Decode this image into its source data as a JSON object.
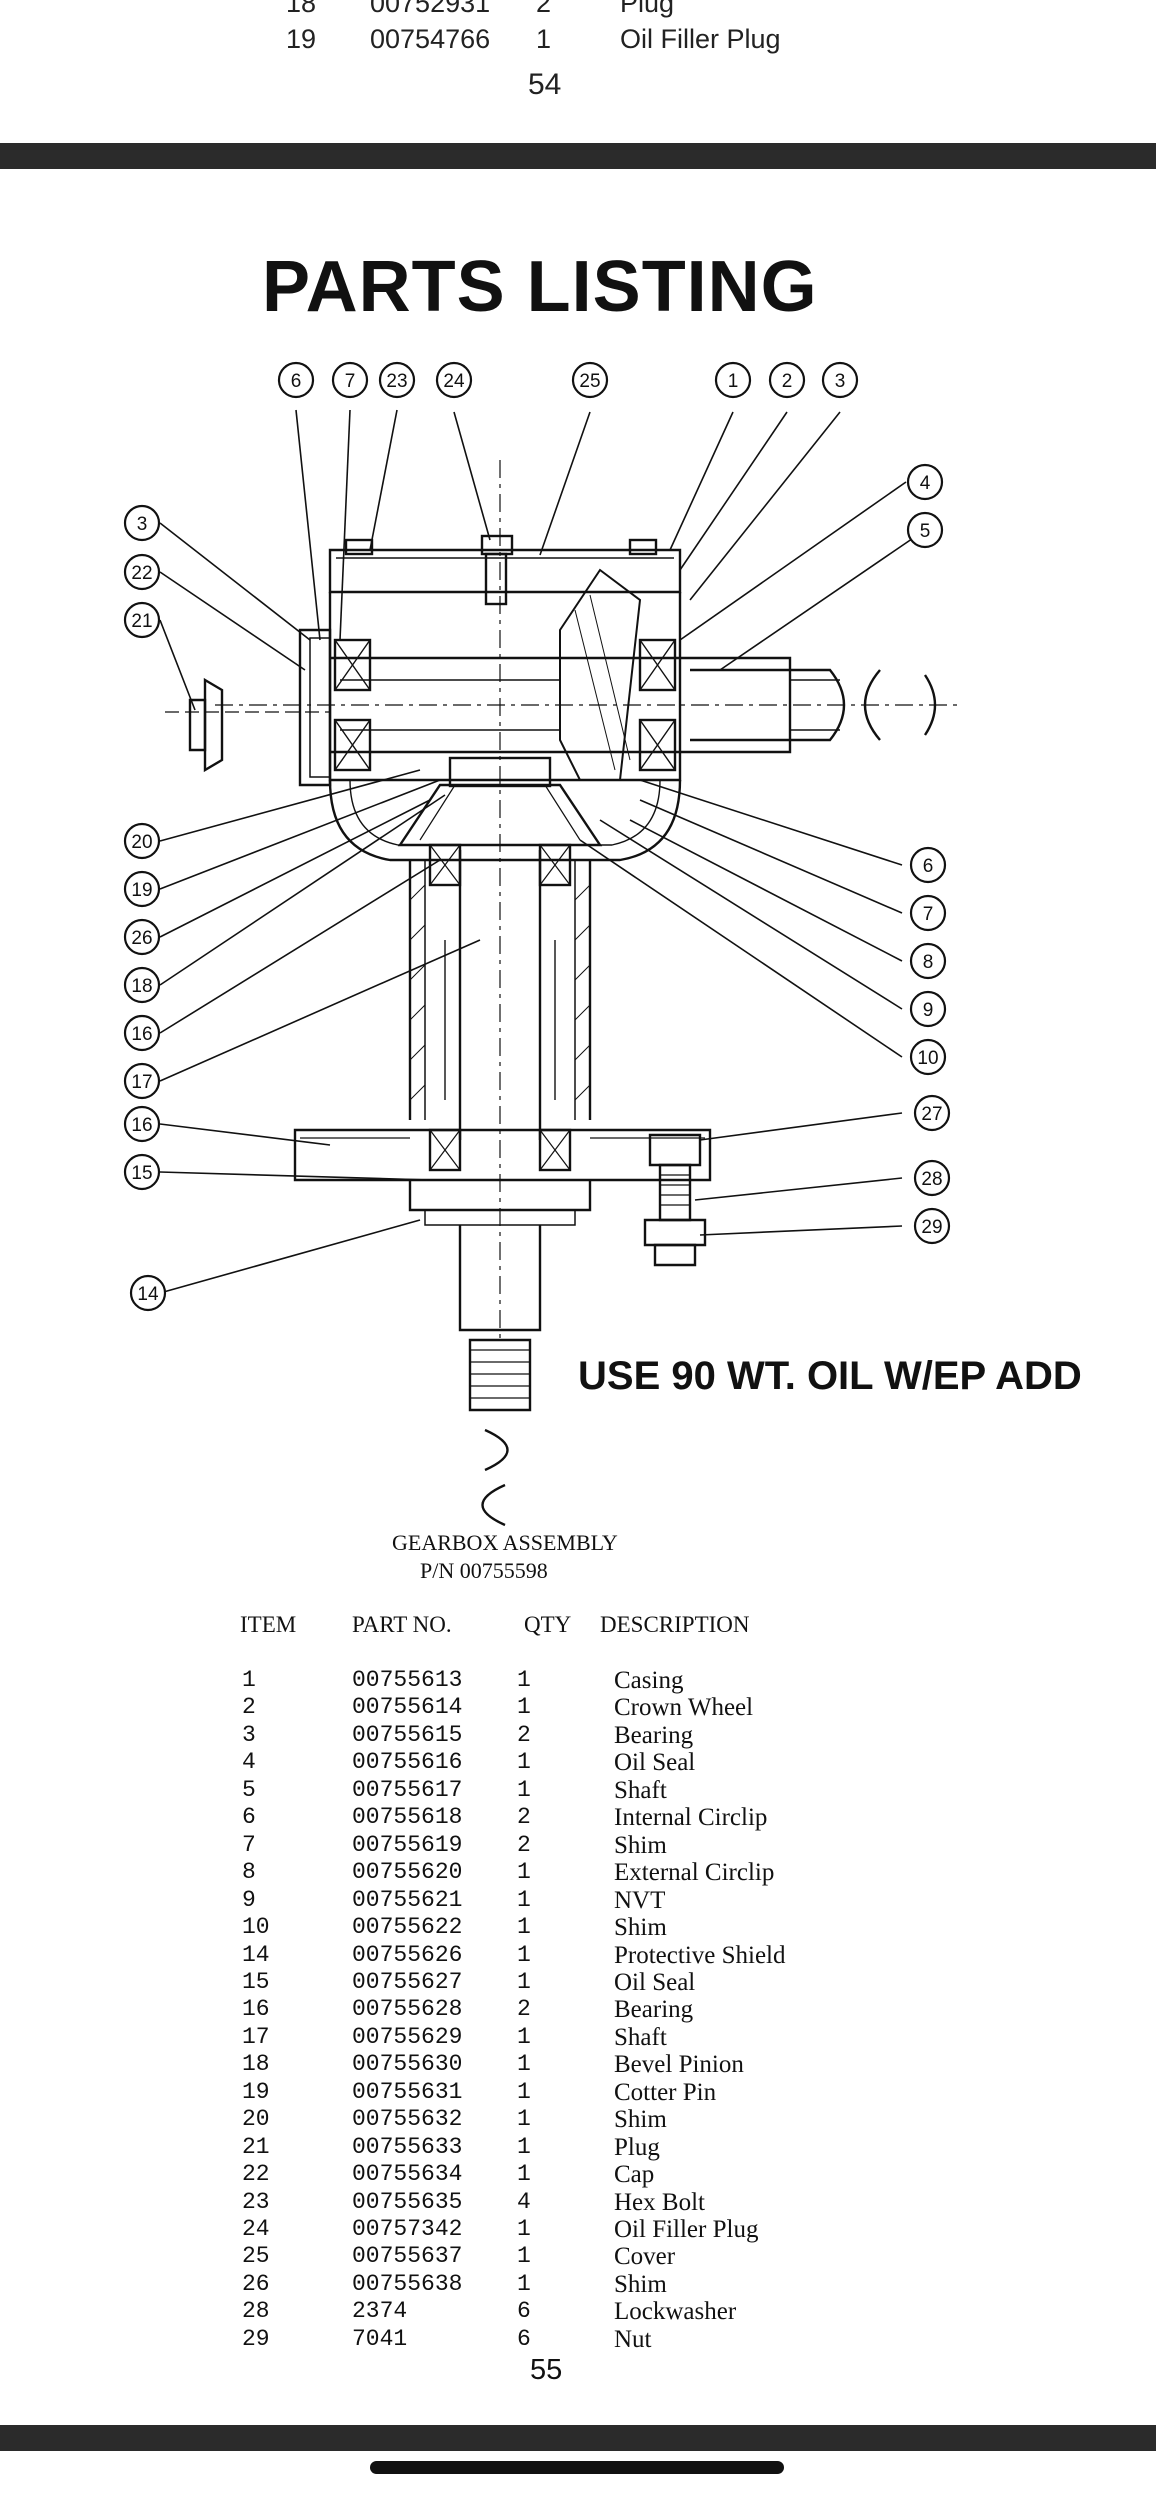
{
  "prev_page": {
    "rows": [
      {
        "item": "18",
        "part_no": "00752931",
        "qty": "2",
        "description": "Plug"
      },
      {
        "item": "19",
        "part_no": "00754766",
        "qty": "1",
        "description": "Oil Filler Plug"
      }
    ],
    "page_number": "54"
  },
  "page": {
    "title": "PARTS LISTING",
    "oil_note": "USE 90 WT. OIL W/EP ADD",
    "assembly_name": "GEARBOX ASSEMBLY",
    "assembly_pn": "P/N 00755598",
    "page_number": "55"
  },
  "diagram": {
    "callouts": [
      "6",
      "7",
      "23",
      "24",
      "25",
      "1",
      "2",
      "3",
      "4",
      "5",
      "3",
      "22",
      "21",
      "20",
      "19",
      "26",
      "18",
      "16",
      "17",
      "16",
      "15",
      "14",
      "6",
      "7",
      "8",
      "9",
      "10",
      "27",
      "28",
      "29"
    ]
  },
  "table": {
    "headers": {
      "item": "ITEM",
      "part_no": "PART NO.",
      "qty": "QTY",
      "description": "DESCRIPTION"
    },
    "rows": [
      {
        "item": "1",
        "part_no": "00755613",
        "qty": "1",
        "description": "Casing"
      },
      {
        "item": "2",
        "part_no": "00755614",
        "qty": "1",
        "description": "Crown Wheel"
      },
      {
        "item": "3",
        "part_no": "00755615",
        "qty": "2",
        "description": "Bearing"
      },
      {
        "item": "4",
        "part_no": "00755616",
        "qty": "1",
        "description": "Oil Seal"
      },
      {
        "item": "5",
        "part_no": "00755617",
        "qty": "1",
        "description": "Shaft"
      },
      {
        "item": "6",
        "part_no": "00755618",
        "qty": "2",
        "description": "Internal Circlip"
      },
      {
        "item": "7",
        "part_no": "00755619",
        "qty": "2",
        "description": "Shim"
      },
      {
        "item": "8",
        "part_no": "00755620",
        "qty": "1",
        "description": "External Circlip"
      },
      {
        "item": "9",
        "part_no": "00755621",
        "qty": "1",
        "description": "NVT"
      },
      {
        "item": "10",
        "part_no": "00755622",
        "qty": "1",
        "description": "Shim"
      },
      {
        "item": "14",
        "part_no": "00755626",
        "qty": "1",
        "description": "Protective Shield"
      },
      {
        "item": "15",
        "part_no": "00755627",
        "qty": "1",
        "description": "Oil Seal"
      },
      {
        "item": "16",
        "part_no": "00755628",
        "qty": "2",
        "description": "Bearing"
      },
      {
        "item": "17",
        "part_no": "00755629",
        "qty": "1",
        "description": "Shaft"
      },
      {
        "item": "18",
        "part_no": "00755630",
        "qty": "1",
        "description": "Bevel Pinion"
      },
      {
        "item": "19",
        "part_no": "00755631",
        "qty": "1",
        "description": "Cotter Pin"
      },
      {
        "item": "20",
        "part_no": "00755632",
        "qty": "1",
        "description": "Shim"
      },
      {
        "item": "21",
        "part_no": "00755633",
        "qty": "1",
        "description": "Plug"
      },
      {
        "item": "22",
        "part_no": "00755634",
        "qty": "1",
        "description": "Cap"
      },
      {
        "item": "23",
        "part_no": "00755635",
        "qty": "4",
        "description": "Hex Bolt"
      },
      {
        "item": "24",
        "part_no": "00757342",
        "qty": "1",
        "description": "Oil Filler Plug"
      },
      {
        "item": "25",
        "part_no": "00755637",
        "qty": "1",
        "description": "Cover"
      },
      {
        "item": "26",
        "part_no": "00755638",
        "qty": "1",
        "description": "Shim"
      },
      {
        "item": "28",
        "part_no": "2374",
        "qty": "6",
        "description": "Lockwasher"
      },
      {
        "item": "29",
        "part_no": "7041",
        "qty": "6",
        "description": "Nut"
      }
    ]
  }
}
